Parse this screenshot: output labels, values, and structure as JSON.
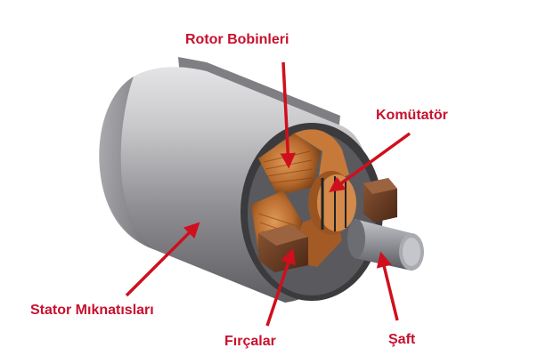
{
  "labels": {
    "rotor_coils": "Rotor Bobinleri",
    "commutator": "Komütatör",
    "stator_magnets": "Stator Mıknatısları",
    "brushes": "Fırçalar",
    "shaft": "Şaft"
  },
  "colors": {
    "label_text": "#c8102e",
    "arrow": "#d00f1e",
    "stator_gray": "#8a8a8e",
    "copper": "#b8652a",
    "brush_brown": "#6b3a22",
    "shaft_gray": "#8e9096"
  },
  "icons": {
    "motor": "dc-motor-cutaway-illustration",
    "arrows": "arrow-pointer-icon"
  }
}
